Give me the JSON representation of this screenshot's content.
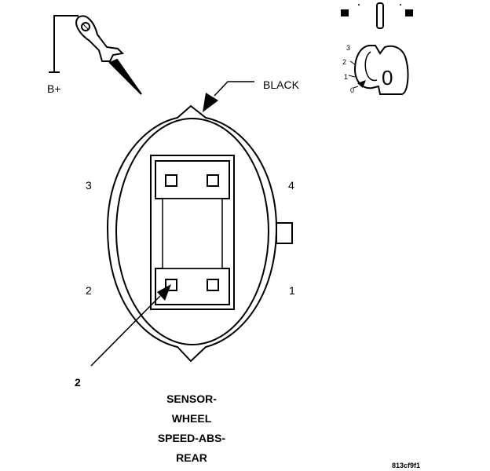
{
  "labels": {
    "b_plus": "B+",
    "wire_color": "BLACK",
    "pin_3": "3",
    "pin_4": "4",
    "pin_2": "2",
    "pin_1": "1",
    "callout": "2",
    "key_positions": [
      "3",
      "2",
      "1",
      "0"
    ],
    "key_cut": "0",
    "figure_id": "813cf9f1"
  },
  "caption": {
    "line1": "SENSOR-",
    "line2": "WHEEL",
    "line3": "SPEED-ABS-",
    "line4": "REAR"
  },
  "icons": [
    "voltmeter-probe-icon",
    "ignition-key-icon",
    "ignition-switch-icon"
  ],
  "colors": {
    "ink": "#000000",
    "background": "#ffffff"
  }
}
